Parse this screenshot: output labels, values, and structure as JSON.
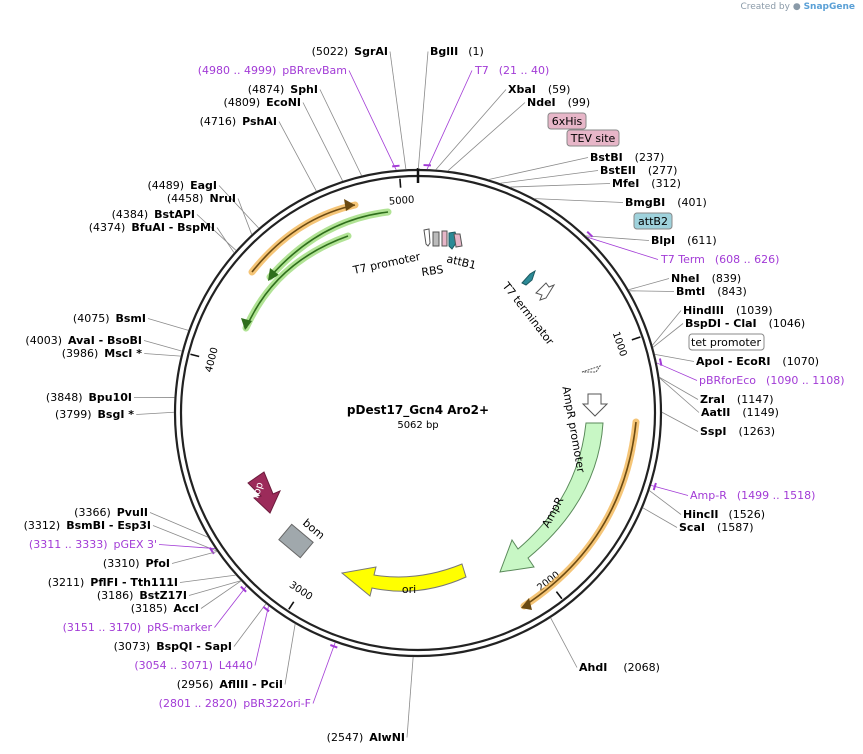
{
  "credit": {
    "prefix": "Created by",
    "brand": "SnapGene"
  },
  "plasmid": {
    "name": "pDest17_Gcn4 Aro2+",
    "length_label": "5062 bp",
    "length": 5062
  },
  "ticks": [
    {
      "label": "5000",
      "pos": 5000
    },
    {
      "label": "1000",
      "pos": 1000
    },
    {
      "label": "2000",
      "pos": 2000
    },
    {
      "label": "3000",
      "pos": 3000
    },
    {
      "label": "4000",
      "pos": 4000
    }
  ],
  "sites": [
    {
      "name": "SgrAI",
      "pos_label": "(5022)",
      "pos": 5022,
      "kind": "enzyme"
    },
    {
      "name": "BglII",
      "pos_label": "(1)",
      "pos": 1,
      "kind": "enzyme"
    },
    {
      "name": "pBRrevBam",
      "pos_label": "(4980 .. 4999)",
      "pos": 4990,
      "kind": "primer"
    },
    {
      "name": "T7",
      "pos_label": "(21 .. 40)",
      "pos": 30,
      "kind": "primer"
    },
    {
      "name": "SphI",
      "pos_label": "(4874)",
      "pos": 4874,
      "kind": "enzyme"
    },
    {
      "name": "XbaI",
      "pos_label": "(59)",
      "pos": 59,
      "kind": "enzyme"
    },
    {
      "name": "EcoNI",
      "pos_label": "(4809)",
      "pos": 4809,
      "kind": "enzyme"
    },
    {
      "name": "NdeI",
      "pos_label": "(99)",
      "pos": 99,
      "kind": "enzyme"
    },
    {
      "name": "PshAI",
      "pos_label": "(4716)",
      "pos": 4716,
      "kind": "enzyme"
    },
    {
      "name": "BstBI",
      "pos_label": "(237)",
      "pos": 237,
      "kind": "enzyme"
    },
    {
      "name": "BstEII",
      "pos_label": "(277)",
      "pos": 277,
      "kind": "enzyme"
    },
    {
      "name": "MfeI",
      "pos_label": "(312)",
      "pos": 312,
      "kind": "enzyme"
    },
    {
      "name": "EagI",
      "pos_label": "(4489)",
      "pos": 4489,
      "kind": "enzyme"
    },
    {
      "name": "NruI",
      "pos_label": "(4458)",
      "pos": 4458,
      "kind": "enzyme"
    },
    {
      "name": "BmgBI",
      "pos_label": "(401)",
      "pos": 401,
      "kind": "enzyme"
    },
    {
      "name": "BstAPI",
      "pos_label": "(4384)",
      "pos": 4384,
      "kind": "enzyme"
    },
    {
      "name": "BfuAI - BspMI",
      "pos_label": "(4374)",
      "pos": 4374,
      "kind": "enzyme"
    },
    {
      "name": "BlpI",
      "pos_label": "(611)",
      "pos": 611,
      "kind": "enzyme"
    },
    {
      "name": "T7 Term",
      "pos_label": "(608 .. 626)",
      "pos": 617,
      "kind": "primer"
    },
    {
      "name": "NheI",
      "pos_label": "(839)",
      "pos": 839,
      "kind": "enzyme"
    },
    {
      "name": "BmtI",
      "pos_label": "(843)",
      "pos": 843,
      "kind": "enzyme"
    },
    {
      "name": "BsmI",
      "pos_label": "(4075)",
      "pos": 4075,
      "kind": "enzyme"
    },
    {
      "name": "HindIII",
      "pos_label": "(1039)",
      "pos": 1039,
      "kind": "enzyme"
    },
    {
      "name": "BspDI - ClaI",
      "pos_label": "(1046)",
      "pos": 1046,
      "kind": "enzyme"
    },
    {
      "name": "AvaI - BsoBI",
      "pos_label": "(4003)",
      "pos": 4003,
      "kind": "enzyme"
    },
    {
      "name": "MscI *",
      "pos_label": "(3986)",
      "pos": 3986,
      "kind": "enzyme"
    },
    {
      "name": "ApoI - EcoRI",
      "pos_label": "(1070)",
      "pos": 1070,
      "kind": "enzyme"
    },
    {
      "name": "pBRforEco",
      "pos_label": "(1090 .. 1108)",
      "pos": 1099,
      "kind": "primer"
    },
    {
      "name": "ZraI",
      "pos_label": "(1147)",
      "pos": 1147,
      "kind": "enzyme"
    },
    {
      "name": "Bpu10I",
      "pos_label": "(3848)",
      "pos": 3848,
      "kind": "enzyme"
    },
    {
      "name": "AatII",
      "pos_label": "(1149)",
      "pos": 1149,
      "kind": "enzyme"
    },
    {
      "name": "BsgI *",
      "pos_label": "(3799)",
      "pos": 3799,
      "kind": "enzyme"
    },
    {
      "name": "SspI",
      "pos_label": "(1263)",
      "pos": 1263,
      "kind": "enzyme"
    },
    {
      "name": "Amp-R",
      "pos_label": "(1499 .. 1518)",
      "pos": 1508,
      "kind": "primer"
    },
    {
      "name": "PvuII",
      "pos_label": "(3366)",
      "pos": 3366,
      "kind": "enzyme"
    },
    {
      "name": "HincII",
      "pos_label": "(1526)",
      "pos": 1526,
      "kind": "enzyme"
    },
    {
      "name": "BsmBI - Esp3I",
      "pos_label": "(3312)",
      "pos": 3312,
      "kind": "enzyme"
    },
    {
      "name": "ScaI",
      "pos_label": "(1587)",
      "pos": 1587,
      "kind": "enzyme"
    },
    {
      "name": "pGEX 3'",
      "pos_label": "(3311 .. 3333)",
      "pos": 3322,
      "kind": "primer"
    },
    {
      "name": "PfoI",
      "pos_label": "(3310)",
      "pos": 3310,
      "kind": "enzyme"
    },
    {
      "name": "PflFI - Tth111I",
      "pos_label": "(3211)",
      "pos": 3211,
      "kind": "enzyme"
    },
    {
      "name": "BstZ17I",
      "pos_label": "(3186)",
      "pos": 3186,
      "kind": "enzyme"
    },
    {
      "name": "AccI",
      "pos_label": "(3185)",
      "pos": 3185,
      "kind": "enzyme"
    },
    {
      "name": "pRS-marker",
      "pos_label": "(3151 .. 3170)",
      "pos": 3160,
      "kind": "primer"
    },
    {
      "name": "BspQI - SapI",
      "pos_label": "(3073)",
      "pos": 3073,
      "kind": "enzyme"
    },
    {
      "name": "L4440",
      "pos_label": "(3054 .. 3071)",
      "pos": 3062,
      "kind": "primer"
    },
    {
      "name": "AflIII - PciI",
      "pos_label": "(2956)",
      "pos": 2956,
      "kind": "enzyme"
    },
    {
      "name": "pBR322ori-F",
      "pos_label": "(2801 .. 2820)",
      "pos": 2810,
      "kind": "primer"
    },
    {
      "name": "AhdI",
      "pos_label": "(2068)",
      "pos": 2068,
      "kind": "enzyme"
    },
    {
      "name": "AlwNI",
      "pos_label": "(2547)",
      "pos": 2547,
      "kind": "enzyme"
    }
  ],
  "boxed_features": [
    {
      "name": "6xHis",
      "color": "#e7b6c8"
    },
    {
      "name": "TEV site",
      "color": "#e7b6c8"
    },
    {
      "name": "attB2",
      "color": "#9fd2dc"
    },
    {
      "name": "tet promoter",
      "color": "#ffffff"
    }
  ],
  "features": [
    {
      "name": "T7 promoter",
      "color": "#ffffff"
    },
    {
      "name": "RBS",
      "color": "#ffffff"
    },
    {
      "name": "attB1",
      "color": "#2b8a96"
    },
    {
      "name": "T7 terminator",
      "color": "#ffffff"
    },
    {
      "name": "AmpR promoter",
      "color": "#ffffff"
    },
    {
      "name": "AmpR",
      "color": "#c8f7c5"
    },
    {
      "name": "ori",
      "color": "#ffff00"
    },
    {
      "name": "bom",
      "color": "#a0a8ac"
    },
    {
      "name": "rop",
      "color": "#9c2b5a"
    }
  ],
  "colors": {
    "backbone": "#222222",
    "primer": "#a23bd6",
    "orf_outline": "#f2b24a",
    "orf_green": "#4aa02c",
    "leader": "#8a8a8a"
  }
}
